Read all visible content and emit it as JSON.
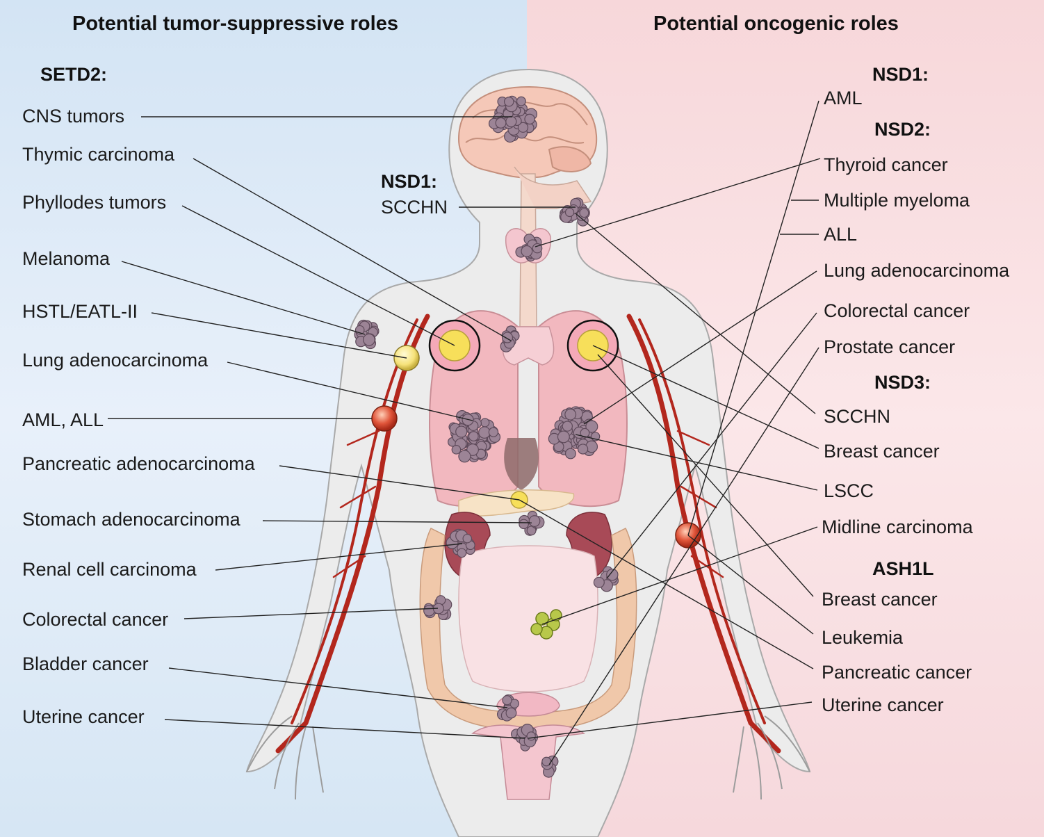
{
  "headers": {
    "left": "Potential tumor-suppressive roles",
    "right": "Potential oncogenic roles"
  },
  "left": {
    "group": "SETD2:",
    "items": [
      "CNS tumors",
      "Thymic carcinoma",
      "Phyllodes tumors",
      "Melanoma",
      "HSTL/EATL-II",
      "Lung adenocarcinoma",
      "AML, ALL",
      "Pancreatic adenocarcinoma",
      "Stomach adenocarcinoma",
      "Renal cell carcinoma",
      "Colorectal cancer",
      "Bladder cancer",
      "Uterine cancer"
    ]
  },
  "center": {
    "group": "NSD1:",
    "item": "SCCHN"
  },
  "right": {
    "nsd1": {
      "group": "NSD1:",
      "items": [
        "AML"
      ]
    },
    "nsd2": {
      "group": "NSD2:",
      "items": [
        "Thyroid cancer",
        "Multiple myeloma",
        "ALL",
        "Lung adenocarcinoma",
        "Colorectal cancer",
        "Prostate cancer"
      ]
    },
    "nsd3": {
      "group": "NSD3:",
      "items": [
        "SCCHN",
        "Breast cancer",
        "LSCC",
        "Midline carcinoma"
      ]
    },
    "ash1l": {
      "group": "ASH1L",
      "items": [
        "Breast cancer",
        "Leukemia",
        "Pancreatic cancer",
        "Uterine cancer"
      ]
    }
  },
  "colors": {
    "left_background": "#dae8f6",
    "right_background": "#f9dfe2",
    "tumor": "#9c8496",
    "artery": "#b3271d",
    "lung": "#f3b9c0",
    "leader_line": "#222222"
  }
}
